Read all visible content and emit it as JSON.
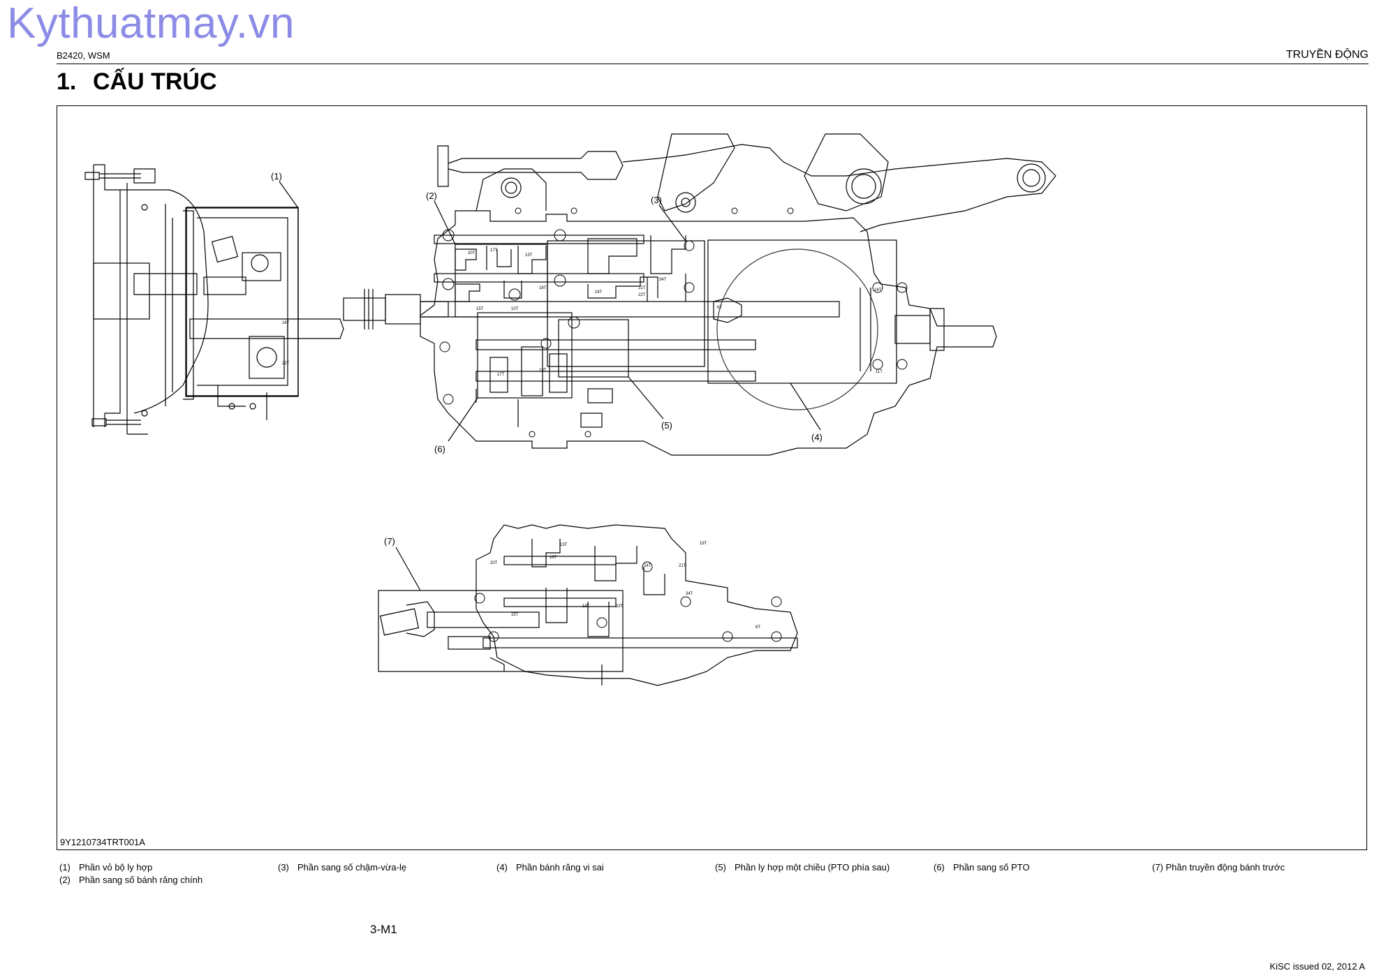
{
  "watermark": "Kythuatmay.vn",
  "header": {
    "left": "B2420, WSM",
    "right": "TRUYỀN ĐỘNG"
  },
  "section": {
    "number": "1.",
    "title": "CẤU TRÚC"
  },
  "figure": {
    "code": "9Y1210734TRT001A",
    "callouts": [
      "(1)",
      "(2)",
      "(3)",
      "(4)",
      "(5)",
      "(6)",
      "(7)"
    ],
    "tooth_labels": [
      "16T",
      "22T",
      "20T",
      "17T",
      "13T",
      "15T",
      "10T",
      "18T",
      "24T",
      "21T",
      "34T",
      "22T",
      "6T",
      "24T",
      "11T",
      "13T",
      "17T",
      "19T",
      "16T",
      "15T",
      "20T",
      "18T",
      "22T",
      "13T",
      "24T",
      "21T",
      "34T",
      "6T"
    ]
  },
  "legend": [
    {
      "num": "(1)",
      "text": "Phần vỏ bộ ly hợp"
    },
    {
      "num": "(2)",
      "text": "Phần sang số bánh răng chính"
    },
    {
      "num": "(3)",
      "text": "Phần sang số chậm-vừa-lẹ"
    },
    {
      "num": "(4)",
      "text": "Phần bánh răng vi sai"
    },
    {
      "num": "(5)",
      "text": "Phần ly hợp một chiều (PTO phía sau)"
    },
    {
      "num": "(6)",
      "text": "Phần sang số PTO"
    },
    {
      "num": "",
      "text": "(7) Phần truyền động bánh trước"
    }
  ],
  "footer": {
    "page": "3-M1",
    "issued": "KiSC issued 02, 2012 A"
  }
}
